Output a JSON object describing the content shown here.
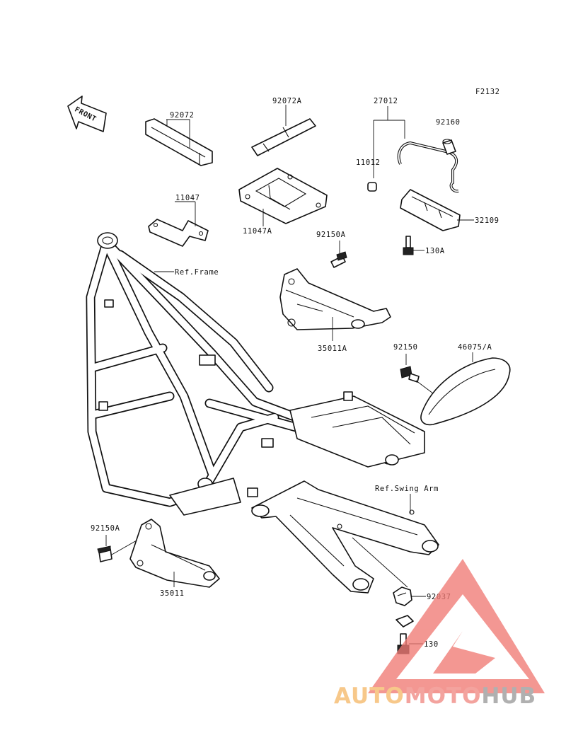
{
  "diagram": {
    "figure_code": "F2132",
    "front_arrow": "FRONT",
    "references": {
      "frame": "Ref.Frame",
      "swing_arm": "Ref.Swing Arm"
    },
    "parts": {
      "p92072": "92072",
      "p92072A": "92072A",
      "p27012": "27012",
      "p92160": "92160",
      "p11012": "11012",
      "p11047": "11047",
      "p11047A": "11047A",
      "p32109": "32109",
      "p130A": "130A",
      "p92150A_top": "92150A",
      "p35011A": "35011A",
      "p92150": "92150",
      "p46075A": "46075/A",
      "p92150A_bottom": "92150A",
      "p35011": "35011",
      "p92037": "92037",
      "p130": "130"
    }
  },
  "watermark": {
    "part1": "AUTO",
    "part2": "MOTO",
    "part3": "HUB",
    "colors": {
      "auto": "#f5b96a",
      "moto": "#f08a84",
      "hub": "#9a9a9a",
      "triangle": "#f07a74"
    }
  }
}
